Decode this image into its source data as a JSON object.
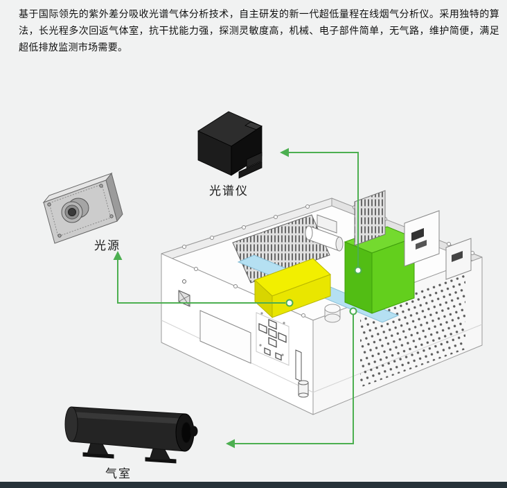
{
  "page": {
    "background": "#f1f2f2",
    "footer_color": "#263238"
  },
  "intro": {
    "text": "基于国际领先的紫外差分吸收光谱气体分析技术，自主研发的新一代超低量程在线烟气分析仪。采用独特的算法，长光程多次回返气体室，抗干扰能力强，探测灵敏度高，机械、电子部件简单，无气路，维护简便，满足超低排放监测市场需要。"
  },
  "diagram": {
    "labels": {
      "spectrometer": "光谱仪",
      "light_source": "光源",
      "gas_cell": "气室"
    },
    "colors": {
      "arrow": "#4caf50",
      "green_top": "#74da2f",
      "green_left": "#52bd14",
      "green_right": "#63cf1d",
      "yellow_top": "#f2ef00",
      "yellow_left": "#d8d500",
      "yellow_right": "#e9e600",
      "blue_strip": "#b5e0f2"
    }
  }
}
